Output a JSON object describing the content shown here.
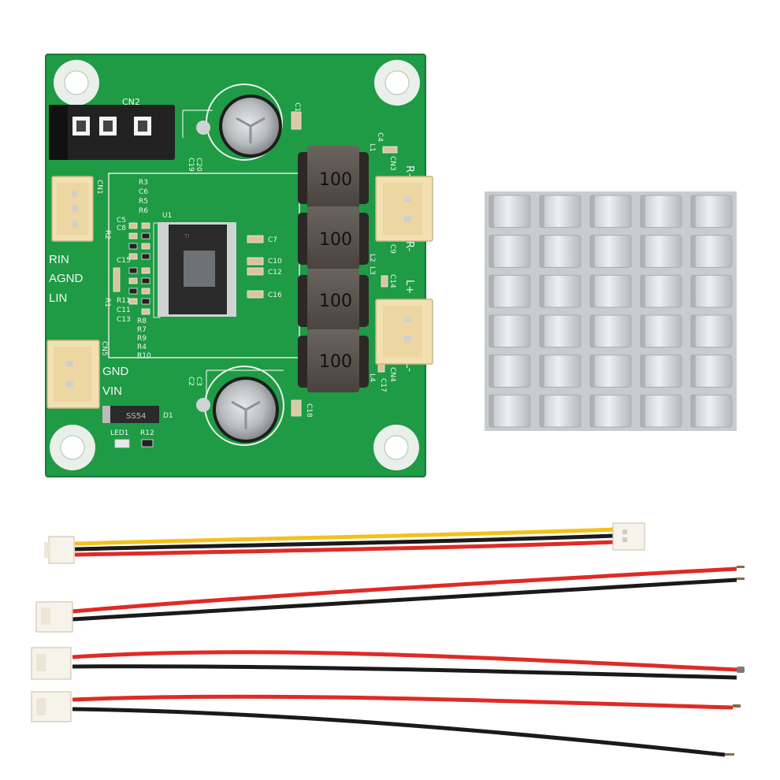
{
  "colors": {
    "pcb": "#1f9a45",
    "pcb_dark": "#167a36",
    "silkscreen": "#f2f7f0",
    "connector": "#f3e0b0",
    "inductor": "#5a544e",
    "heatsink": "#d4d6d8",
    "wire_red": "#e02a25",
    "wire_black": "#1a1a1a",
    "wire_yellow": "#f2c21a"
  },
  "board": {
    "labels": {
      "cn1": "CN1",
      "cn2": "CN2",
      "cn3": "CN3",
      "cn4": "CN4",
      "cn5": "CN5",
      "rin": "RIN",
      "agnd": "AGND",
      "lin": "LIN",
      "gnd": "GND",
      "vin": "VIN",
      "r_plus": "R+",
      "r_minus": "R-",
      "l_plus": "L+",
      "l_minus": "L-",
      "u1": "U1",
      "d1": "D1",
      "led1": "LED1",
      "r12": "R12",
      "c1": "C1",
      "c2": "C2",
      "c3": "C3",
      "c4": "C4",
      "c5": "C5",
      "c6": "C6",
      "c7": "C7",
      "c8": "C8",
      "c9": "C9",
      "c10": "C10",
      "c11": "C11",
      "c12": "C12",
      "c13": "C13",
      "c14": "C14",
      "c15": "C15",
      "c16": "C16",
      "c17": "C17",
      "c18": "C18",
      "c19": "C19",
      "c20": "C20",
      "r1": "R1",
      "r2": "R2",
      "r3": "R3",
      "r4": "R4",
      "r5": "R5",
      "r6": "R6",
      "r7": "R7",
      "r8": "R8",
      "r9": "R9",
      "r10": "R10",
      "r11": "R11",
      "l1": "L1",
      "l2": "L2",
      "l3": "L3",
      "l4": "L4",
      "inductor_value": "100",
      "diode_marking": "SS54"
    },
    "mounting_holes": 4
  },
  "heatsink": {
    "fin_rows": 6,
    "fin_cols": 5
  },
  "cables": [
    {
      "type": "3-pin",
      "wires": [
        "yellow",
        "black",
        "red"
      ]
    },
    {
      "type": "2-pin",
      "wires": [
        "red",
        "black"
      ]
    },
    {
      "type": "2-pin",
      "wires": [
        "red",
        "black"
      ]
    },
    {
      "type": "2-pin",
      "wires": [
        "red",
        "black"
      ]
    }
  ]
}
